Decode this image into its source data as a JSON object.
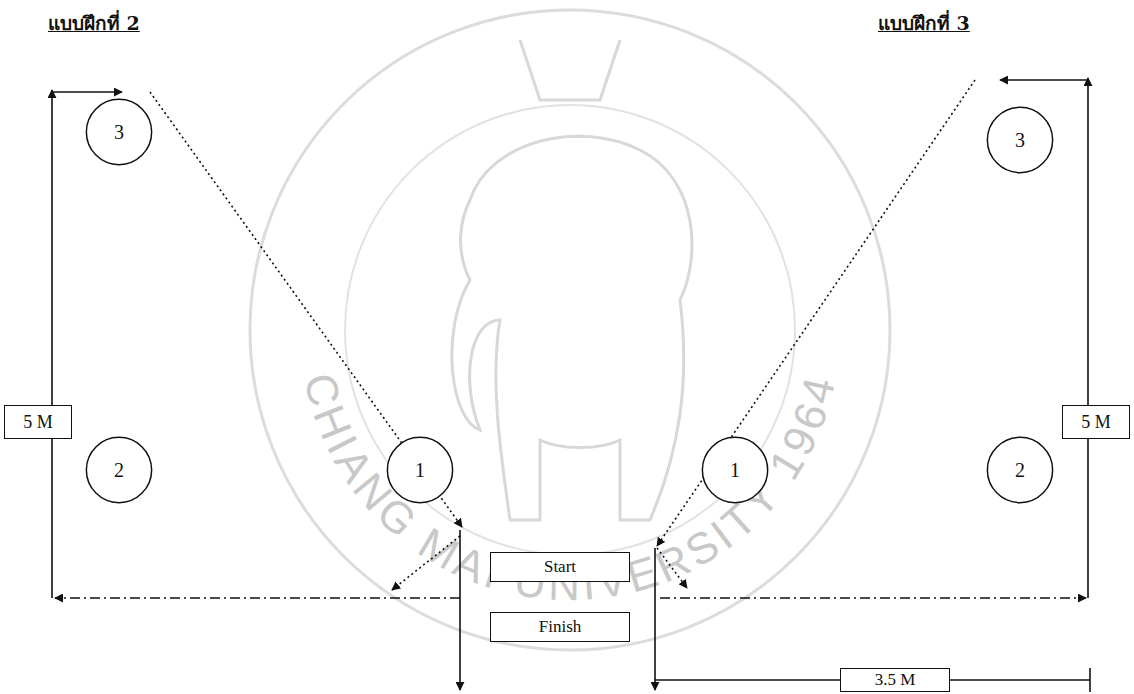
{
  "diagram": {
    "nodes": [
      {
        "text": [
          "3"
        ]
      },
      {
        "text": [
          "3"
        ]
      },
      {
        "text": [
          "5 M"
        ]
      },
      {
        "text": [
          "2"
        ]
      },
      {
        "text": [
          "1"
        ]
      },
      {
        "text": [
          "1"
        ]
      },
      {
        "text": [
          "2"
        ]
      },
      {
        "text": [
          "5 M"
        ]
      },
      {
        "text": [
          "Start"
        ]
      },
      {
        "text": [
          "Finish"
        ]
      },
      {
        "text": [
          "3.5 M"
        ]
      }
    ],
    "labels": [
      "แบบฝึกที่ 2",
      "แบบฝึกที่ 3",
      "CHIANG MAI UNIVERSITY 1964"
    ]
  }
}
